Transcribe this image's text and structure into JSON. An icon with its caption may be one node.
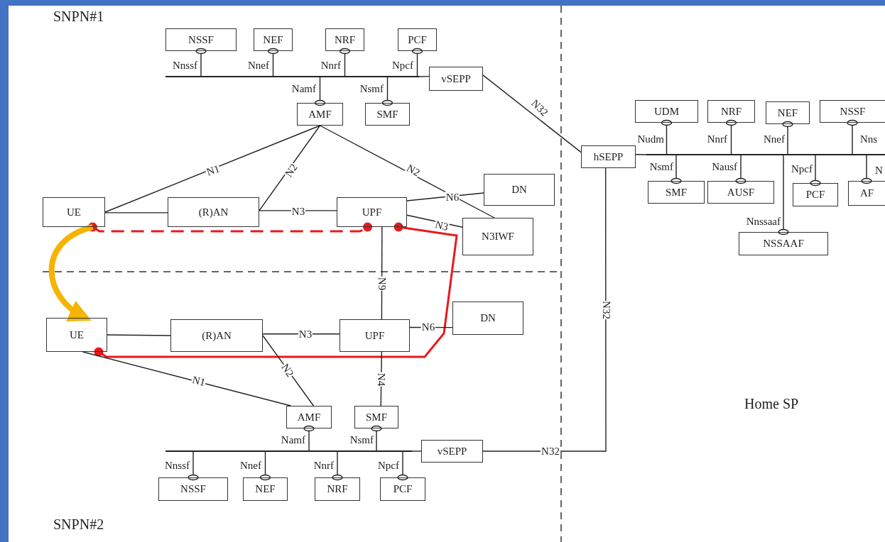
{
  "diagram": {
    "nodes": [
      {
        "text": [
          "NSSF"
        ]
      },
      {
        "text": [
          "NEF"
        ]
      },
      {
        "text": [
          "NRF"
        ]
      },
      {
        "text": [
          "PCF"
        ]
      },
      {
        "text": [
          "vSEPP"
        ]
      },
      {
        "text": [
          "AMF"
        ]
      },
      {
        "text": [
          "SMF"
        ]
      },
      {
        "text": [
          "UE"
        ]
      },
      {
        "text": [
          "(R)AN"
        ]
      },
      {
        "text": [
          "UPF"
        ]
      },
      {
        "text": [
          "DN"
        ]
      },
      {
        "text": [
          "N3IWF"
        ]
      },
      {
        "text": [
          "UE"
        ]
      },
      {
        "text": [
          "(R)AN"
        ]
      },
      {
        "text": [
          "UPF"
        ]
      },
      {
        "text": [
          "DN"
        ]
      },
      {
        "text": [
          "AMF"
        ]
      },
      {
        "text": [
          "SMF"
        ]
      },
      {
        "text": [
          "vSEPP"
        ]
      },
      {
        "text": [
          "NSSF"
        ]
      },
      {
        "text": [
          "NEF"
        ]
      },
      {
        "text": [
          "NRF"
        ]
      },
      {
        "text": [
          "PCF"
        ]
      },
      {
        "text": [
          "hSEPP"
        ]
      },
      {
        "text": [
          "UDM"
        ]
      },
      {
        "text": [
          "NRF"
        ]
      },
      {
        "text": [
          "NEF"
        ]
      },
      {
        "text": [
          "NSSF"
        ]
      },
      {
        "text": [
          "SMF"
        ]
      },
      {
        "text": [
          "AUSF"
        ]
      },
      {
        "text": [
          "PCF"
        ]
      },
      {
        "text": [
          "AF"
        ]
      },
      {
        "text": [
          "NSSAAF"
        ]
      },
      {
        "text": [],
        "shape": "bar"
      },
      {
        "text": [],
        "shape": "bar"
      },
      {
        "text": [],
        "shape": "bar"
      }
    ],
    "edges": [
      {
        "from": 33,
        "to": 0,
        "arrow": "other",
        "label": "Nnssf"
      },
      {
        "from": 33,
        "to": 1,
        "arrow": "other",
        "label": "Nnef"
      },
      {
        "from": 33,
        "to": 2,
        "arrow": "other",
        "label": "Nnrf"
      },
      {
        "from": 33,
        "to": 3,
        "arrow": "other",
        "label": "Npcf"
      },
      {
        "from": 33,
        "to": 5,
        "arrow": "other",
        "label": "Namf"
      },
      {
        "from": 33,
        "to": 6,
        "arrow": "other",
        "label": "Nsmf"
      },
      {
        "from": 33,
        "to": 4,
        "arrow": "none"
      },
      {
        "from": 4,
        "to": 23,
        "arrow": "none",
        "label": "N32"
      },
      {
        "from": 5,
        "to": 7,
        "arrow": "none",
        "label": "N1"
      },
      {
        "from": 5,
        "to": 8,
        "arrow": "none",
        "label": "N2"
      },
      {
        "from": 5,
        "to": 11,
        "arrow": "none",
        "label": "N2"
      },
      {
        "from": 9,
        "to": 10,
        "arrow": "none",
        "label": "N6"
      },
      {
        "from": 7,
        "to": 8,
        "arrow": "none"
      },
      {
        "from": 8,
        "to": 9,
        "arrow": "none",
        "label": "N3"
      },
      {
        "from": 9,
        "to": 11,
        "arrow": "none",
        "label": "N3"
      },
      {
        "from": 9,
        "to": 14,
        "arrow": "none",
        "label": "N9"
      },
      {
        "from": 7,
        "to": 9,
        "arrow": "other",
        "style": "dashed",
        "color": "#e8191a"
      },
      {
        "from": 9,
        "to": 12,
        "arrow": "other",
        "color": "#e8191a"
      },
      {
        "from": 7,
        "to": 12,
        "arrow": "to",
        "style": "thick",
        "color": "#f5b400"
      },
      {
        "from": 12,
        "to": 13,
        "arrow": "none"
      },
      {
        "from": 13,
        "to": 14,
        "arrow": "none",
        "label": "N3"
      },
      {
        "from": 14,
        "to": 15,
        "arrow": "none",
        "label": "N6"
      },
      {
        "from": 13,
        "to": 16,
        "arrow": "none",
        "label": "N2"
      },
      {
        "from": 12,
        "to": 16,
        "arrow": "none",
        "label": "N1"
      },
      {
        "from": 14,
        "to": 17,
        "arrow": "none",
        "label": "N4"
      },
      {
        "from": 34,
        "to": 16,
        "arrow": "other",
        "label": "Namf"
      },
      {
        "from": 34,
        "to": 17,
        "arrow": "other",
        "label": "Nsmf"
      },
      {
        "from": 34,
        "to": 19,
        "arrow": "other",
        "label": "Nnssf"
      },
      {
        "from": 34,
        "to": 20,
        "arrow": "other",
        "label": "Nnef"
      },
      {
        "from": 34,
        "to": 21,
        "arrow": "other",
        "label": "Nnrf"
      },
      {
        "from": 34,
        "to": 22,
        "arrow": "other",
        "label": "Npcf"
      },
      {
        "from": 34,
        "to": 18,
        "arrow": "none"
      },
      {
        "from": 18,
        "to": 23,
        "arrow": "none",
        "label": "N32"
      },
      {
        "from": 23,
        "to": 35,
        "arrow": "none"
      },
      {
        "from": 35,
        "to": 24,
        "arrow": "other",
        "label": "Nudm"
      },
      {
        "from": 35,
        "to": 25,
        "arrow": "other",
        "label": "Nnrf"
      },
      {
        "from": 35,
        "to": 26,
        "arrow": "other",
        "label": "Nnef"
      },
      {
        "from": 35,
        "to": 27,
        "arrow": "other",
        "label": "Nns"
      },
      {
        "from": 35,
        "to": 28,
        "arrow": "other",
        "label": "Nsmf"
      },
      {
        "from": 35,
        "to": 29,
        "arrow": "other",
        "label": "Nausf"
      },
      {
        "from": 35,
        "to": 30,
        "arrow": "other",
        "label": "Npcf"
      },
      {
        "from": 35,
        "to": 31,
        "arrow": "other",
        "label": "N"
      },
      {
        "from": 35,
        "to": 32,
        "arrow": "other",
        "label": "Nnssaaf"
      }
    ],
    "labels": [
      "SNPN#1",
      "N32",
      "Home SP",
      "SNPN#2"
    ]
  }
}
